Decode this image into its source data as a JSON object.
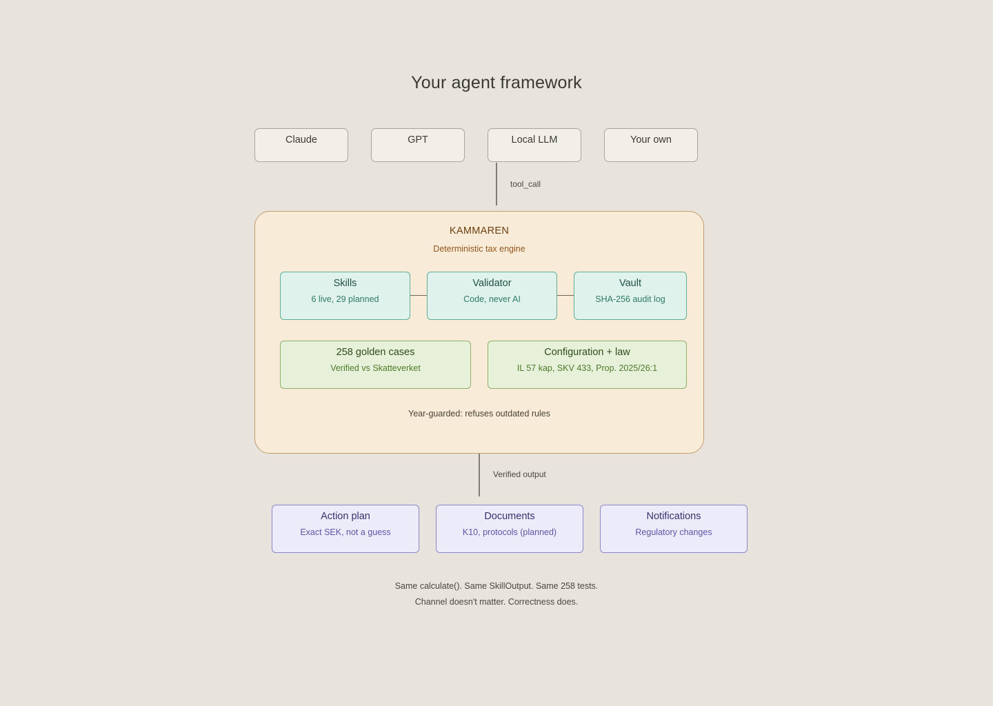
{
  "title": "Your agent framework",
  "providers": [
    {
      "label": "Claude"
    },
    {
      "label": "GPT"
    },
    {
      "label": "Local LLM"
    },
    {
      "label": "Your own"
    }
  ],
  "edges": {
    "input_label": "tool_call",
    "output_label": "Verified output"
  },
  "engine": {
    "title": "KAMMAREN",
    "subtitle": "Deterministic tax engine",
    "components": [
      {
        "title": "Skills",
        "subtitle": "6 live, 29 planned"
      },
      {
        "title": "Validator",
        "subtitle": "Code, never AI"
      },
      {
        "title": "Vault",
        "subtitle": "SHA-256 audit log"
      }
    ],
    "data_sources": [
      {
        "title": "258 golden cases",
        "subtitle": "Verified vs Skatteverket"
      },
      {
        "title": "Configuration + law",
        "subtitle": "IL 57 kap, SKV 433, Prop. 2025/26:1"
      }
    ],
    "note": "Year-guarded: refuses outdated rules"
  },
  "outputs": [
    {
      "title": "Action plan",
      "subtitle": "Exact SEK, not a guess"
    },
    {
      "title": "Documents",
      "subtitle": "K10, protocols (planned)"
    },
    {
      "title": "Notifications",
      "subtitle": "Regulatory changes"
    }
  ],
  "footer": {
    "line1": "Same calculate(). Same SkillOutput. Same 258 tests.",
    "line2": "Channel doesn't matter. Correctness does."
  },
  "colors": {
    "background": "#e8e3dc",
    "engine_fill": "#f8ebd7",
    "component_fill": "#dff2ec",
    "data_fill": "#e7f1d9",
    "output_fill": "#ecebfa"
  }
}
